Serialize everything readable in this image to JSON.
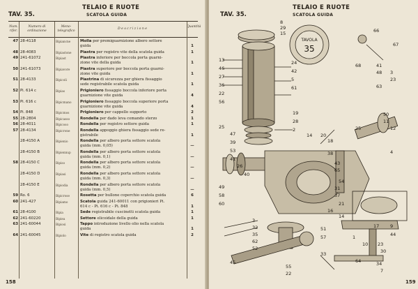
{
  "left_page": {
    "title": "TELAIO E RUOTE",
    "tav": "TAV. 35.",
    "subtitle": "SCATOLA GUIDA",
    "page_number": "158",
    "columns": {
      "num": "Num. rifer.",
      "code": "Numero di ordinazione",
      "mat": "Meno-telegrafico",
      "desc": "D e s c r i z i o n e",
      "qty": "Quantità"
    },
    "rows": [
      {
        "n": "47",
        "code": "28-4118",
        "mat": "Bipiancne",
        "name": "Molla",
        "desc": "per premiguarnizione albero settore",
        "desc2": "guida",
        "q": "1"
      },
      {
        "n": "48",
        "code": "28-4083",
        "mat": "Bipiastone",
        "name": "Piastra",
        "desc": "per registro vite della scatola guida",
        "q": "1"
      },
      {
        "n": "49",
        "code": "241-61072",
        "mat": "Bipiast",
        "name": "Piastra",
        "desc": "inferiore per boccola porta guarni-",
        "desc2": "zione vite della guida",
        "q": "1"
      },
      {
        "n": "50",
        "code": "241-61073",
        "mat": "Bipiavore",
        "name": "Piastra",
        "desc": "superiore per boccola porta guarni-",
        "desc2": "zione vite guida",
        "q": "1"
      },
      {
        "n": "51",
        "code": "28-4133",
        "mat": "Bipicoli",
        "name": "Piastrina",
        "desc": "di sicurezza per ghiera fissaggio",
        "desc2": "sede registrabile scatola guida",
        "q": "1"
      },
      {
        "n": "52",
        "code": "Pi. 614 c",
        "mat": "Bipias",
        "name": "Prigioniero",
        "desc": "fissaggio boccola inferiore porta",
        "desc2": "guarnizione vite guida",
        "q": "4"
      },
      {
        "n": "53",
        "code": "Pi. 616 c",
        "mat": "Bipicmano",
        "name": "Prigioniero",
        "desc": "fissaggio boccola superiore porta",
        "desc2": "guarnizione vite guida",
        "q": "4"
      },
      {
        "n": "54",
        "code": "Pi. 848",
        "mat": "Bipicmos",
        "name": "Prigioniero",
        "desc": "per cappello supporto",
        "q": "2"
      },
      {
        "n": "55",
        "code": "28-2804",
        "mat": "Bipicasso",
        "name": "Rondella",
        "desc": "per dado leva comando sterzo",
        "q": "1"
      },
      {
        "n": "56",
        "code": "28-4011",
        "mat": "Bipicoso",
        "name": "Rondella",
        "desc": "per registro settore guida",
        "q": "1"
      },
      {
        "n": "57",
        "code": "28-4134",
        "mat": "Bipicrone",
        "name": "Rondella",
        "desc": "appoggio ghiera fissaggio sede re-",
        "desc2": "gistrabile",
        "q": "1"
      },
      {
        "n": "",
        "code": "28-4150 A",
        "mat": "Bipienio",
        "name": "Rondella",
        "desc": "per albero porta settore scatola",
        "desc2": "guida (mm. 0,05)",
        "q": "—"
      },
      {
        "n": "",
        "code": "28-4150 B",
        "mat": "Bipiennup",
        "name": "Rondella",
        "desc": "per albero porta settore scatola",
        "desc2": "guida (mm. 0,1)",
        "q": "—"
      },
      {
        "n": "58",
        "code": "28-4150 C",
        "mat": "Bipiso",
        "name": "Rondella",
        "desc": "per albero porta settore scatola",
        "desc2": "guida (mm. 0,2)",
        "q": "—"
      },
      {
        "n": "",
        "code": "28-4150 D",
        "mat": "Bipiasi",
        "name": "Rondella",
        "desc": "per albero porta settore scatola",
        "desc2": "guida (mm. 0,3)",
        "q": "—"
      },
      {
        "n": "",
        "code": "28-4150 E",
        "mat": "Bipiodia",
        "name": "Rondella",
        "desc": "per albero porta settore scatola",
        "desc2": "guida (mm. 0,5)",
        "q": "—"
      },
      {
        "n": "59",
        "code": "Ro. 6",
        "mat": "Bipicrose",
        "name": "Rosetta",
        "desc": "per bullone coperchio scatola guida",
        "q": "6"
      },
      {
        "n": "60",
        "code": "241-427",
        "mat": "Bipiamo",
        "name": "Scatola",
        "desc": "guida 241-60011 con prigionieri Pi.",
        "desc2": "614 c - Pi. 616 c - Pi. 848",
        "q": "1"
      },
      {
        "n": "61",
        "code": "28-4100",
        "mat": "Bipia",
        "name": "Sede",
        "desc": "registrabile cuscinetti scatola guida",
        "q": "1"
      },
      {
        "n": "62",
        "code": "241-60220",
        "mat": "Bipiea",
        "name": "Settore",
        "desc": "elicoidale della guida",
        "q": "1"
      },
      {
        "n": "63",
        "code": "241-60044",
        "mat": "Bipiosi",
        "name": "Tappo",
        "desc": "introduzione livello olio nella scatola",
        "desc2": "guida",
        "q": "1"
      },
      {
        "n": "64",
        "code": "241-60045",
        "mat": "Bipiolo",
        "name": "Vite",
        "desc": "di registro scatola guida",
        "q": "2"
      }
    ]
  },
  "right_page": {
    "title": "TELAIO E RUOTE",
    "tav": "TAV. 35.",
    "subtitle": "SCATOLA GUIDA",
    "page_number": "159",
    "emblem_text": "TAVOLA",
    "emblem_number": "35",
    "part_labels": [
      "8",
      "29",
      "15",
      "13",
      "46",
      "27",
      "36",
      "22",
      "56",
      "66",
      "24",
      "42",
      "5",
      "61",
      "19",
      "28",
      "2",
      "25",
      "14",
      "20",
      "18",
      "47",
      "39",
      "53",
      "41",
      "40",
      "38",
      "26",
      "25",
      "4",
      "50",
      "11",
      "12",
      "43",
      "65",
      "54",
      "31",
      "37",
      "21",
      "16",
      "14",
      "49",
      "58",
      "60",
      "3",
      "32",
      "35",
      "62",
      "52",
      "9",
      "44",
      "17",
      "33",
      "45",
      "55",
      "22",
      "1",
      "10",
      "23",
      "30",
      "64",
      "34",
      "7",
      "51",
      "57",
      "6",
      "41",
      "48",
      "68",
      "67",
      "3",
      "23",
      "63"
    ]
  }
}
